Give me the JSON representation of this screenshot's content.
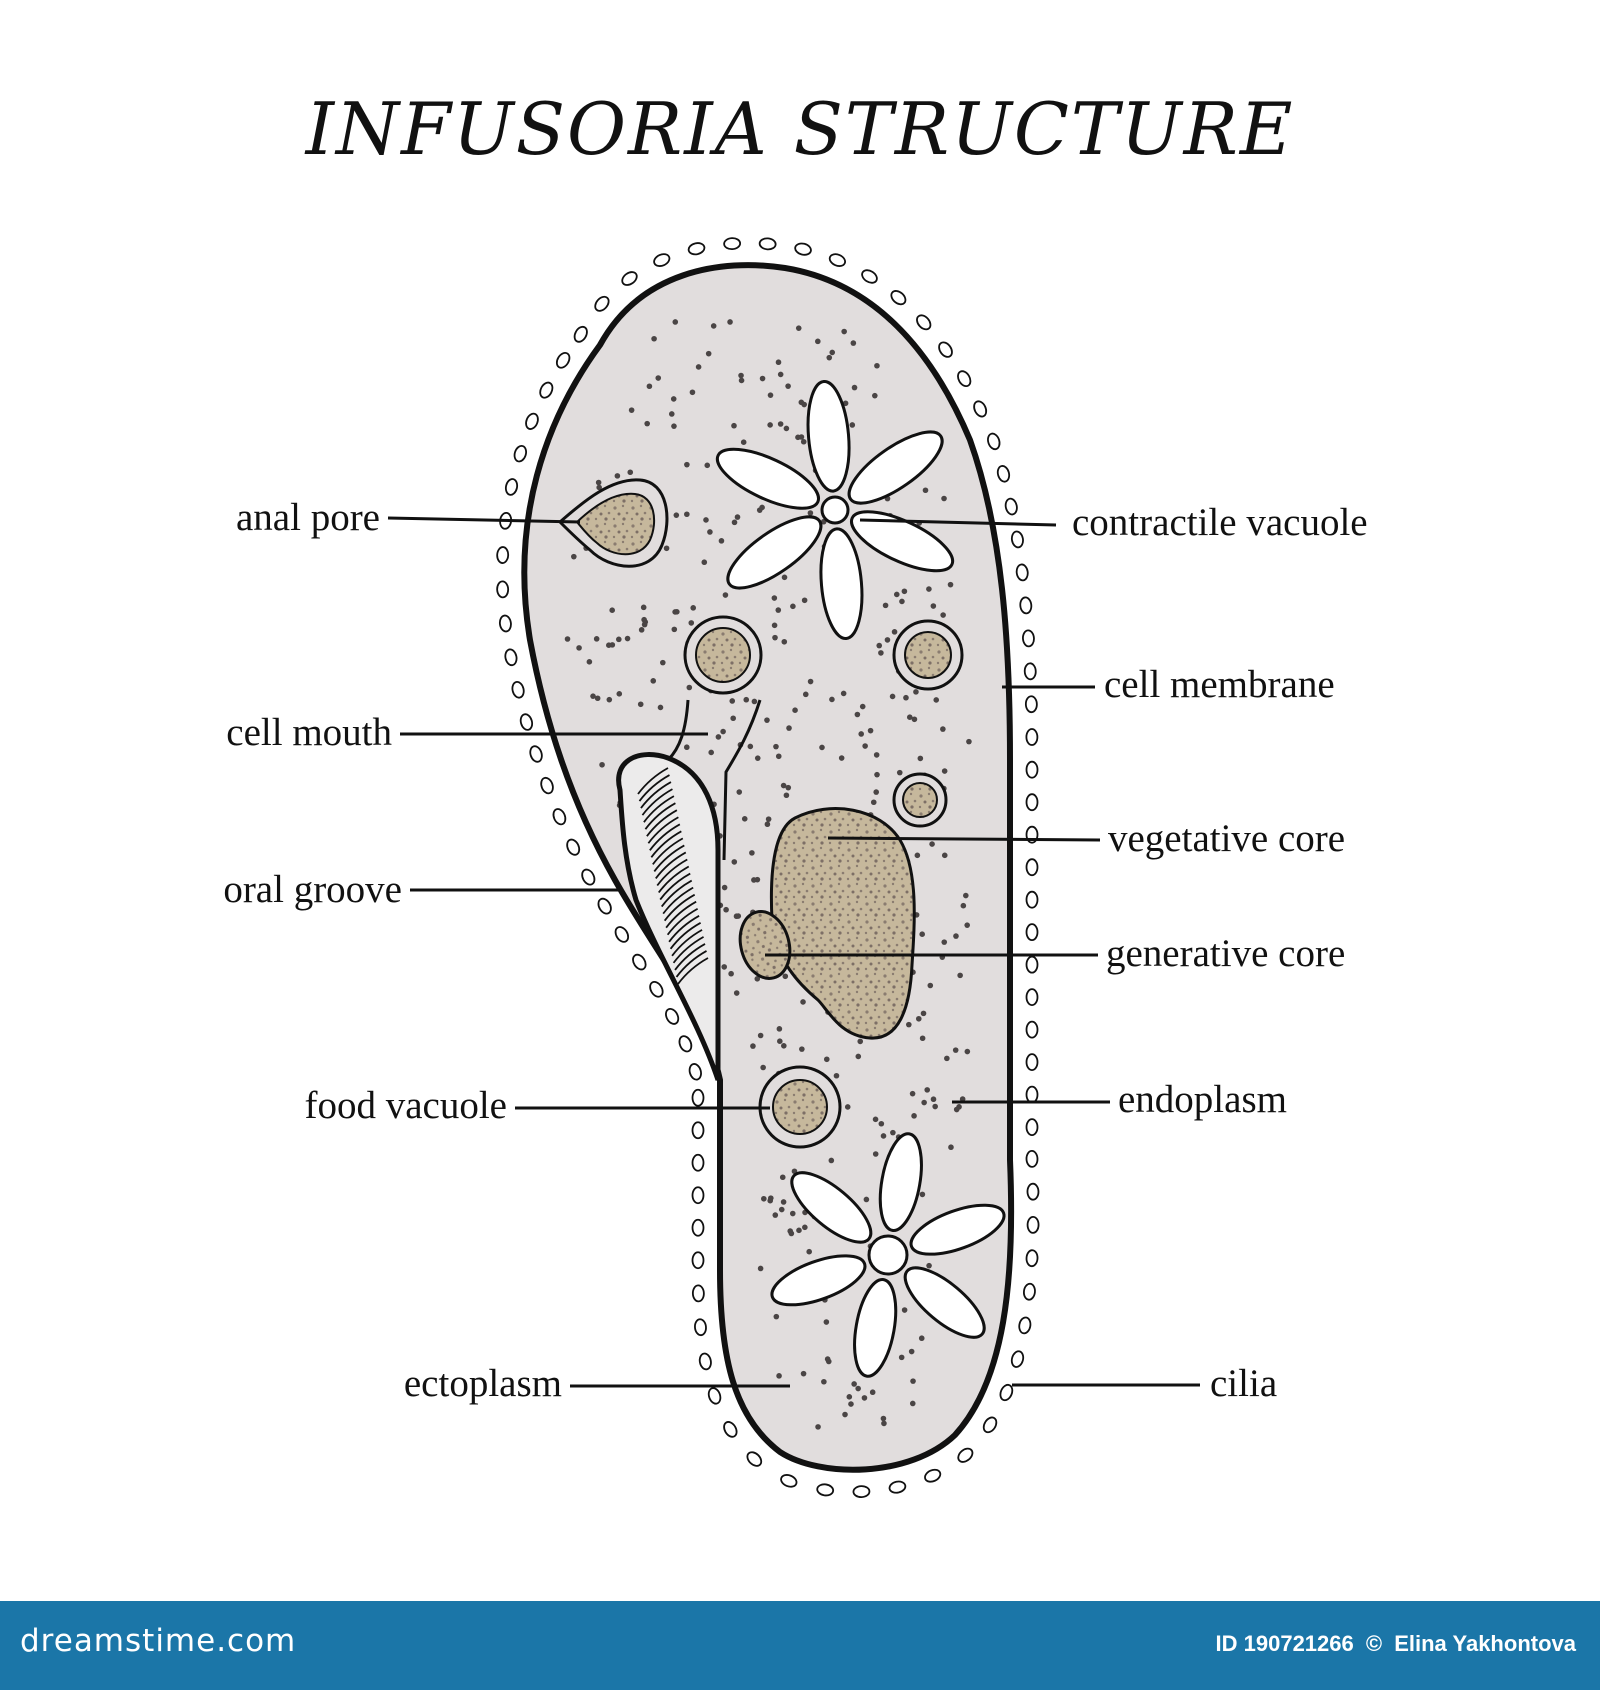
{
  "title": "INFUSORIA  STRUCTURE",
  "labels": {
    "anal_pore": "anal pore",
    "cell_mouth": "cell mouth",
    "oral_groove": "oral groove",
    "food_vacuole": "food vacuole",
    "ectoplasm": "ectoplasm",
    "contractile_vacuole": "contractile vacuole",
    "cell_membrane": "cell membrane",
    "vegetative_core": "vegetative core",
    "generative_core": "generative core",
    "endoplasm": "endoplasm",
    "cilia": "cilia"
  },
  "footer": {
    "logo": "dreamstime.com",
    "id_text": "ID 190721266",
    "separator": "©",
    "author": "Elina Yakhontova"
  },
  "colors": {
    "cell_fill": "#e1dddd",
    "organelle_fill": "#c6b89c",
    "footer_bg": "#1b76a8",
    "outline": "#111111"
  }
}
